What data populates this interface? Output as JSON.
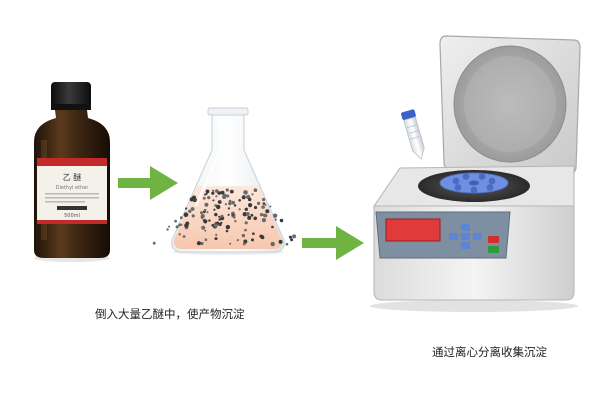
{
  "bottle": {
    "label_name": "乙 醚",
    "label_en": "Diethyl ether",
    "label_vol": "500ml"
  },
  "steps": [
    {
      "caption": "倒入大量乙醚中，使产物沉淀"
    },
    {
      "caption": "通过离心分离收集沉淀"
    }
  ],
  "colors": {
    "arrow": "#6fb443",
    "bottle_glass": "#3a2614",
    "cap": "#1b1b1b",
    "display": "#e13a3a",
    "rotor": "#6f8fe0",
    "button_red": "#d62c2c",
    "button_green": "#2e9a3a",
    "button_blue": "#5b86d8"
  }
}
